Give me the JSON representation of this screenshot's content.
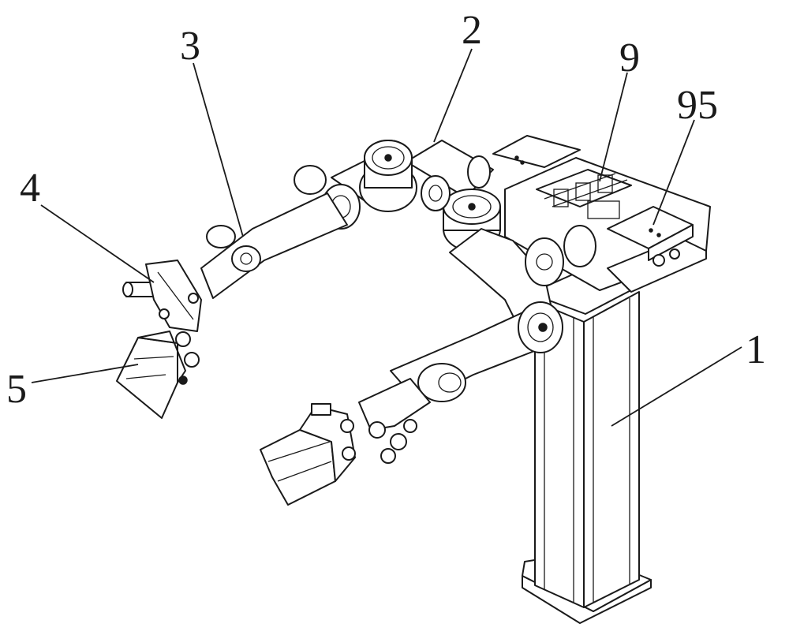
{
  "figure": {
    "callouts": [
      {
        "id": "label-2",
        "text": "2"
      },
      {
        "id": "label-3",
        "text": "3"
      },
      {
        "id": "label-9",
        "text": "9"
      },
      {
        "id": "label-95",
        "text": "95"
      },
      {
        "id": "label-4",
        "text": "4"
      },
      {
        "id": "label-5",
        "text": "5"
      },
      {
        "id": "label-1",
        "text": "1"
      }
    ]
  }
}
